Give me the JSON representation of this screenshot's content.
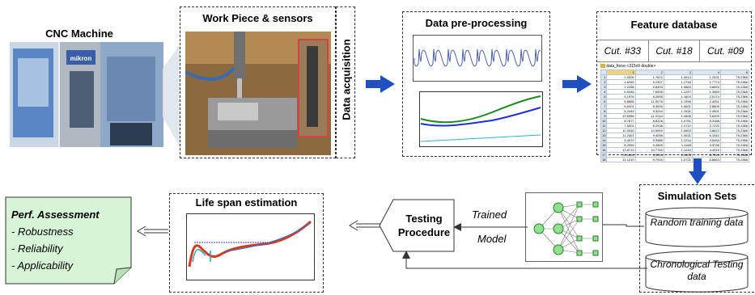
{
  "cnc": {
    "title": "CNC Machine",
    "brand": "mikron"
  },
  "workpiece": {
    "title": "Work Piece & sensors",
    "side_label": "Data acquisition"
  },
  "preprocessing": {
    "title": "Data pre-processing"
  },
  "feature_db": {
    "title": "Feature database",
    "cuts": [
      "Cut. #33",
      "Cut. #18",
      "Cut. #09"
    ],
    "table_caption": "data_force <315x9 double>",
    "columns": [
      "1",
      "2",
      "3",
      "4",
      "5"
    ],
    "rows": [
      [
        "1",
        "2.0000",
        "1.7612",
        "1.4914",
        "1.2531",
        "75.2366"
      ],
      [
        "2",
        "4.8283",
        "5.2307",
        "1.1748",
        "1.7774",
        "75.2366"
      ],
      [
        "3",
        "2.2268",
        "6.8493",
        "1.0884",
        "3.8653",
        "75.2366"
      ],
      [
        "4",
        "6.5346",
        "7.6508",
        "1.1297",
        "1.3965",
        "75.2366"
      ],
      [
        "5",
        "5.1976",
        "6.2895",
        "1.1604",
        "2.0174",
        "75.2366"
      ],
      [
        "6",
        "8.8665",
        "11.0076",
        "1.1996",
        "2.4051",
        "75.2366"
      ],
      [
        "7",
        "6.6401",
        "8.3926",
        "1.0601",
        "2.8609",
        "75.2366"
      ],
      [
        "8",
        "5.2449",
        "9.3244",
        "1.1531",
        "2.4501",
        "75.2366"
      ],
      [
        "9",
        "10.5956",
        "11.2244",
        "1.0608",
        "3.6209",
        "75.2366"
      ],
      [
        "10",
        "8.7877",
        "8.8228",
        "1.0781",
        "5.3188",
        "75.2366"
      ],
      [
        "11",
        "7.5501",
        "8.2938",
        "1.0712",
        "2.7220",
        "75.2366"
      ],
      [
        "12",
        "11.0030",
        "10.5959",
        "1.0603",
        "3.8622",
        "75.2366"
      ],
      [
        "13",
        "11.2401",
        "9.4098",
        "1.0631",
        "6.3342",
        "75.2366"
      ],
      [
        "14",
        "8.4072",
        "9.3986",
        "1.1234",
        "3.5454",
        "75.2366"
      ],
      [
        "15",
        "8.2959",
        "9.2895",
        "1.1168",
        "3.3798",
        "75.2366"
      ],
      [
        "16",
        "13.8713",
        "10.7765",
        "1.1243",
        "4.4919",
        "75.2366"
      ],
      [
        "17",
        "13.1610",
        "9.3014",
        "1.0525",
        "8.7510",
        "75.2366"
      ],
      [
        "18",
        "11.1210",
        "9.7916",
        "1.0721",
        "6.8853",
        "75.2366"
      ]
    ]
  },
  "simulation": {
    "title": "Simulation Sets",
    "random": "Random training data",
    "chronological": "Chronological Testing data"
  },
  "network_labels": {
    "trained": "Trained",
    "model": "Model"
  },
  "testing": {
    "label": "Testing Procedure"
  },
  "lifespan": {
    "title": "Life span estimation"
  },
  "perf": {
    "title": "Perf. Assessment",
    "items": [
      "- Robustness",
      "- Reliability",
      "- Applicability"
    ]
  },
  "colors": {
    "arrow_blue": "#1f4fc1",
    "perf_fill": "#d6f5d6"
  }
}
